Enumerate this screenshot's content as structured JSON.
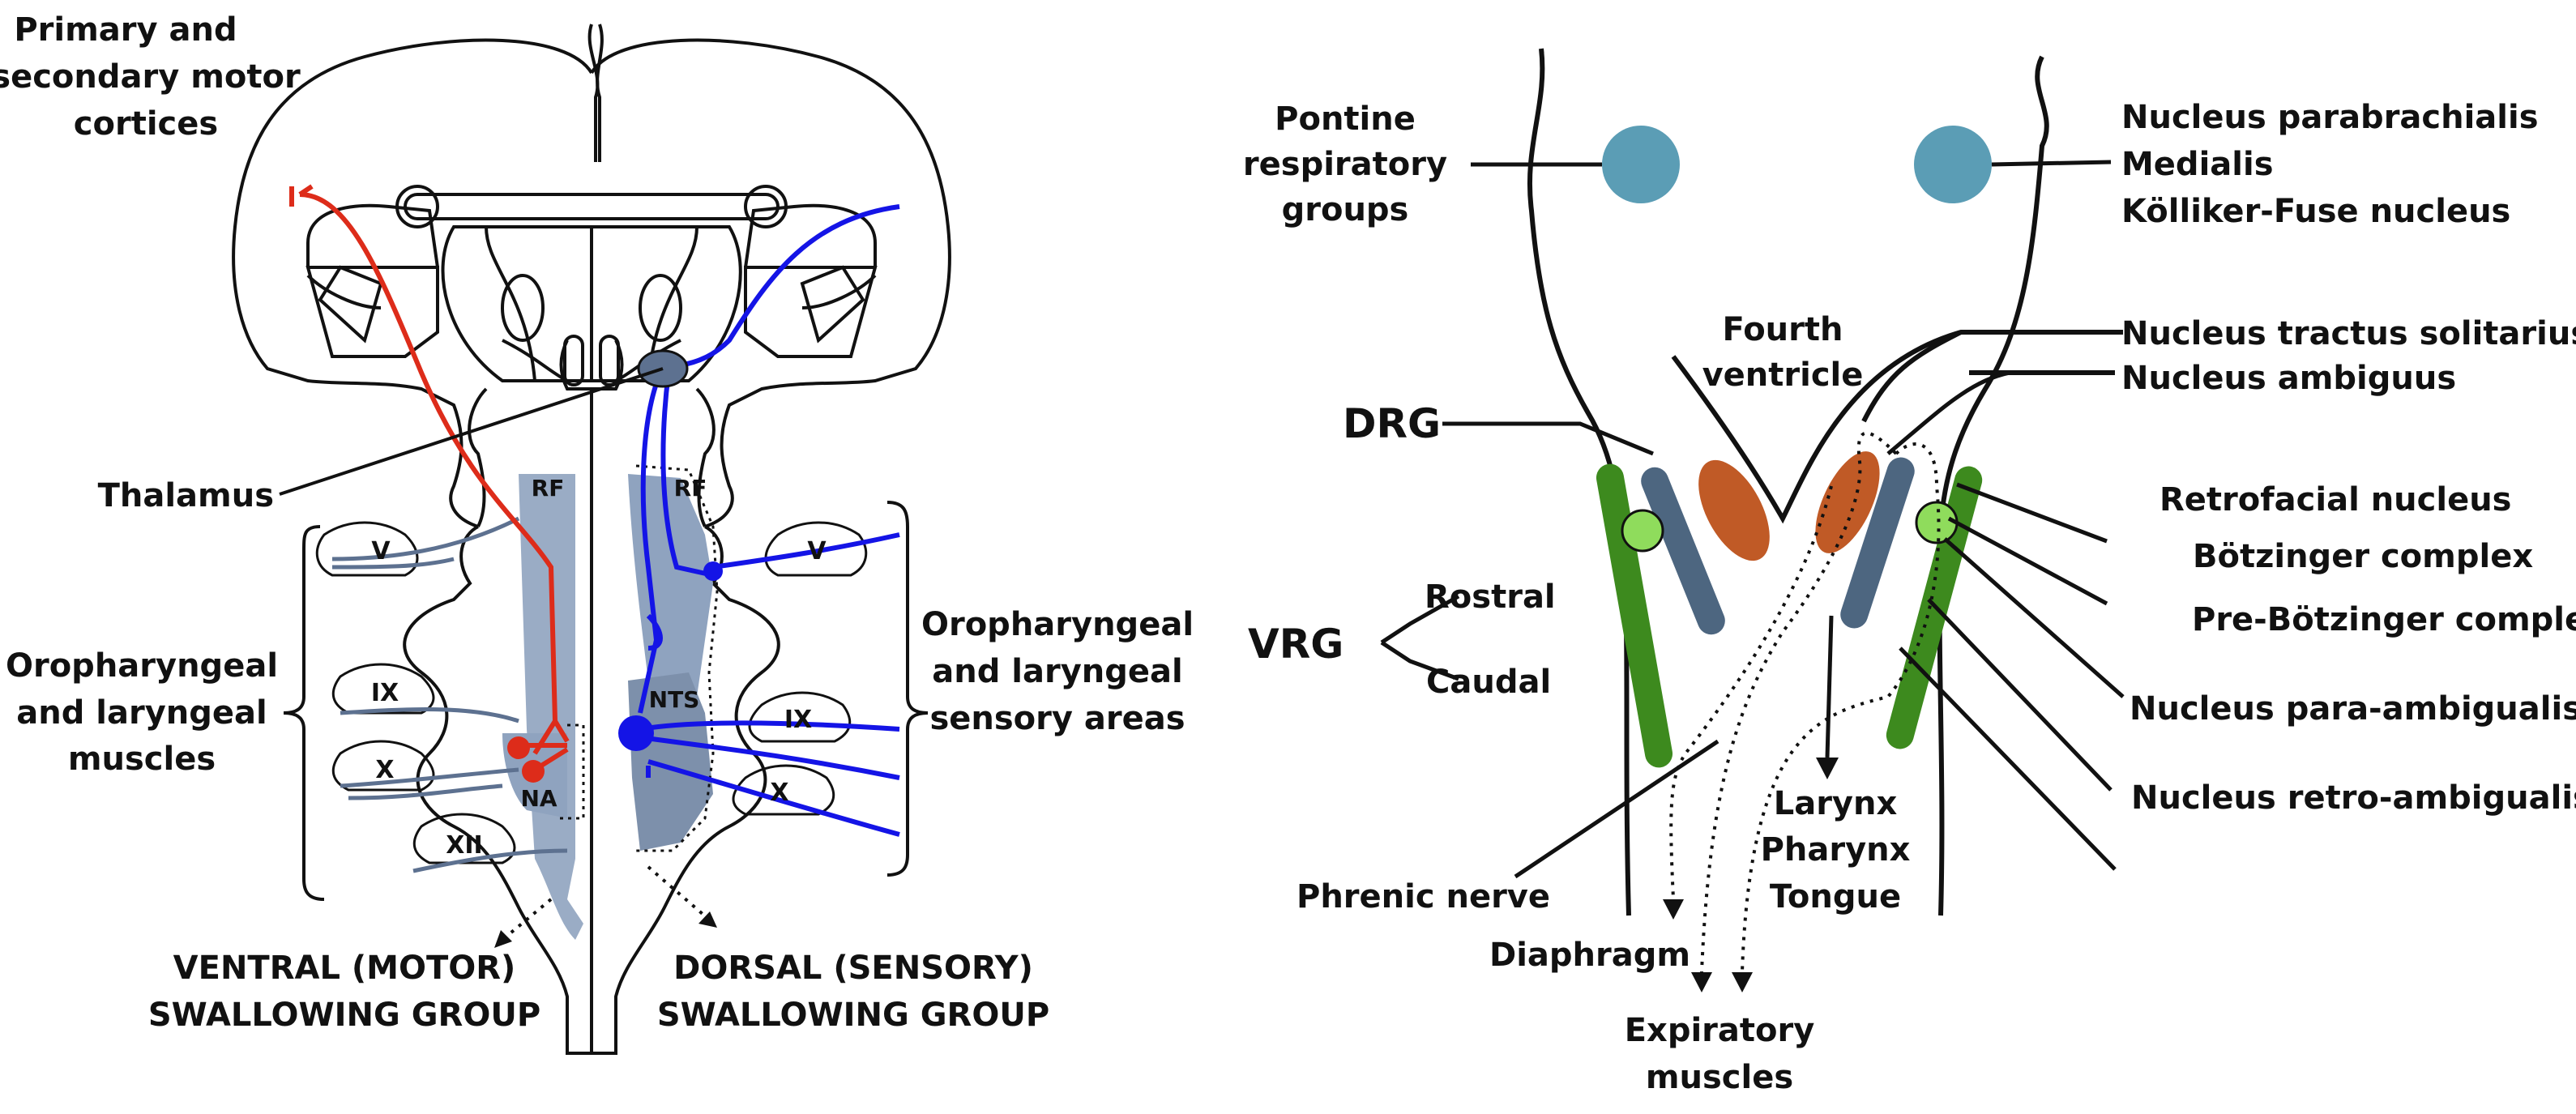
{
  "left_panel": {
    "motor_cortices": [
      "Primary and",
      "secondary motor",
      "cortices"
    ],
    "thalamus": "Thalamus",
    "muscles_label": [
      "Oropharyngeal",
      "and laryngeal",
      "muscles"
    ],
    "sensory_label": [
      "Oropharyngeal",
      "and laryngeal",
      "sensory areas"
    ],
    "ventral_group": [
      "VENTRAL (MOTOR)",
      "SWALLOWING GROUP"
    ],
    "dorsal_group": [
      "DORSAL (SENSORY)",
      "SWALLOWING GROUP"
    ],
    "rf_left": "RF",
    "rf_right": "RF",
    "na": "NA",
    "nts": "NTS",
    "nerves_left": [
      "V",
      "IX",
      "X",
      "XII"
    ],
    "nerves_right": [
      "V",
      "IX",
      "X"
    ],
    "colors": {
      "motor": "#dd2c1a",
      "sensory": "#1414e6",
      "region": "#8fa3bf"
    }
  },
  "right_panel": {
    "pontine": [
      "Pontine",
      "respiratory",
      "groups"
    ],
    "parabrachialis": [
      "Nucleus parabrachialis",
      "Medialis",
      "Kölliker-Fuse nucleus"
    ],
    "fourth_ventricle": [
      "Fourth",
      "ventricle"
    ],
    "drg": "DRG",
    "vrg": "VRG",
    "rostral": "Rostral",
    "caudal": "Caudal",
    "nts": "Nucleus tractus solitarius",
    "ambiguus": "Nucleus ambiguus",
    "retrofacial": "Retrofacial nucleus",
    "botzinger": "Bötzinger complex",
    "pre_botzinger": "Pre-Bötzinger complex",
    "para_ambigualis": "Nucleus para-ambigualis",
    "retro_ambigualis": "Nucleus retro-ambigualis",
    "larynx_targets": [
      "Larynx",
      "Pharynx",
      "Tongue"
    ],
    "phrenic": "Phrenic nerve",
    "diaphragm": "Diaphragm",
    "expiratory": [
      "Expiratory",
      "muscles"
    ],
    "colors": {
      "pontine": "#5b9db5",
      "orange": "#c05a26",
      "slate": "#4d6680",
      "green": "#3d8a1e",
      "light_green": "#8fdc5c"
    }
  }
}
